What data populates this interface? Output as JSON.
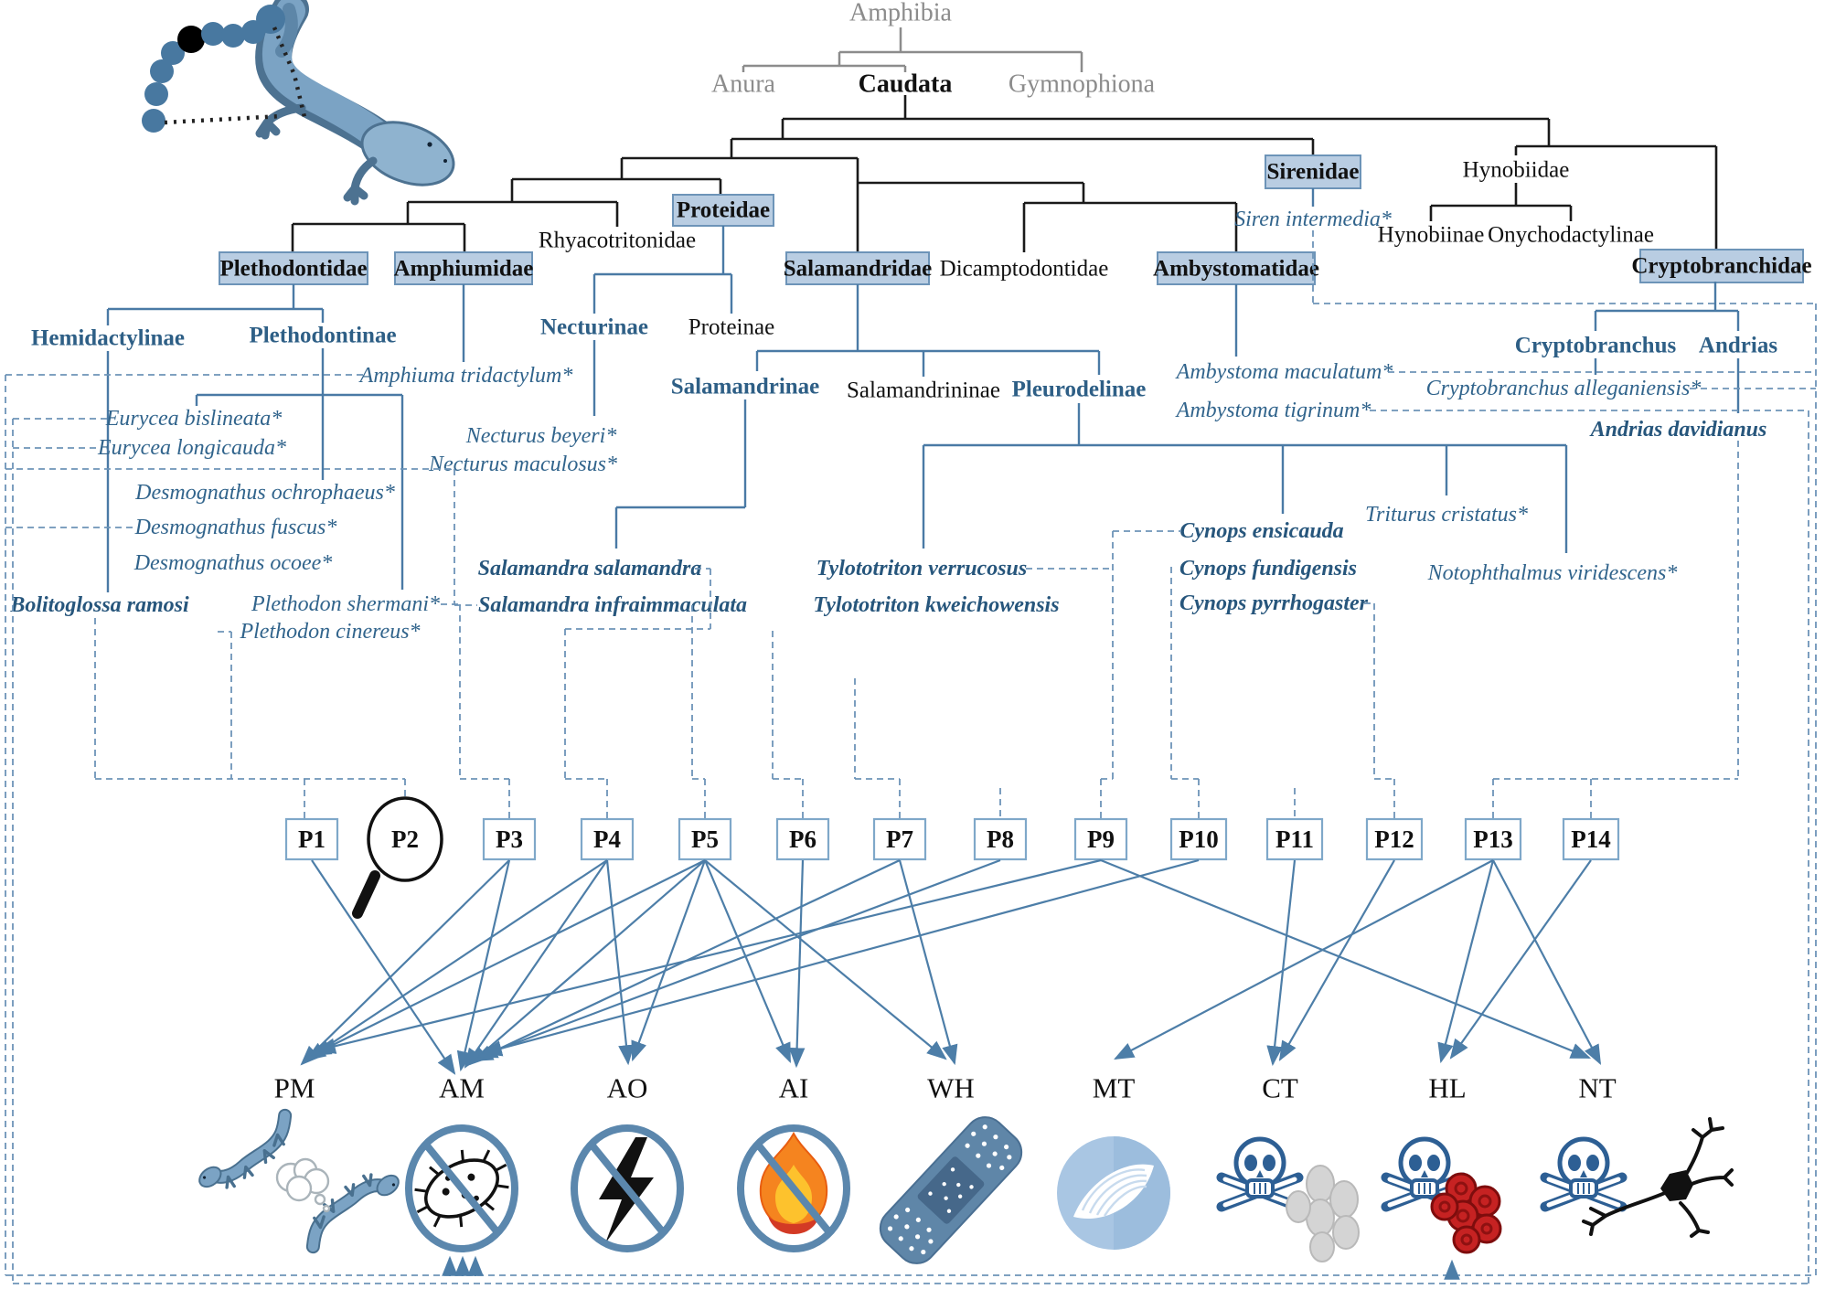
{
  "phylo": {
    "root": "Amphibia",
    "orders": [
      "Anura",
      "Caudata",
      "Gymnophiona"
    ],
    "families": {
      "plethodontidae": "Plethodontidae",
      "amphiumidae": "Amphiumidae",
      "rhyacotritonidae": "Rhyacotritonidae",
      "proteidae": "Proteidae",
      "salamandridae": "Salamandridae",
      "dicamptodontidae": "Dicamptodontidae",
      "ambystomatidae": "Ambystomatidae",
      "sirenidae": "Sirenidae",
      "hynobiidae": "Hynobiidae",
      "cryptobranchidae": "Cryptobranchidae"
    },
    "subfamilies": {
      "hemidactylinae": "Hemidactylinae",
      "plethodontinae": "Plethodontinae",
      "necturinae": "Necturinae",
      "proteinae": "Proteinae",
      "salamandrinae": "Salamandrinae",
      "salamandrininae": "Salamandrininae",
      "pleurodelinae": "Pleurodelinae",
      "hynobiinae": "Hynobiinae",
      "onychodactylinae": "Onychodactylinae",
      "cryptobranchus": "Cryptobranchus",
      "andrias": "Andrias"
    },
    "species": {
      "eurycea_bislineata": "Eurycea bislineata*",
      "eurycea_longicauda": "Eurycea longicauda*",
      "desmognathus_ochrophaeus": "Desmognathus ochrophaeus*",
      "desmognathus_fuscus": "Desmognathus fuscus*",
      "desmognathus_ocoee": "Desmognathus ocoee*",
      "bolitoglossa_ramosi": "Bolitoglossa ramosi",
      "plethodon_shermani": "Plethodon shermani*",
      "plethodon_cinereus": "Plethodon cinereus*",
      "amphiuma_tridactylum": "Amphiuma tridactylum*",
      "necturus_beyeri": "Necturus beyeri*",
      "necturus_maculosus": "Necturus maculosus*",
      "salamandra_salamandra": "Salamandra salamandra",
      "salamandra_infraimmaculata": "Salamandra infraimmaculata",
      "tylototriton_verrucosus": "Tylototriton verrucosus",
      "tylototriton_kweichowensis": "Tylototriton kweichowensis",
      "cynops_ensicauda": "Cynops ensicauda",
      "cynops_fundigensis": "Cynops fundigensis",
      "cynops_pyrrhogaster": "Cynops pyrrhogaster",
      "triturus_cristatus": "Triturus cristatus*",
      "notophthalmus_viridescens": "Notophthalmus viridescens*",
      "ambystoma_maculatum": "Ambystoma maculatum*",
      "ambystoma_tigrinum": "Ambystoma tigrinum*",
      "siren_intermedia": "Siren intermedia*",
      "cryptobranchus_alleganiensis": "Cryptobranchus alleganiensis*",
      "andrias_davidianus": "Andrias davidianus"
    }
  },
  "peptides": {
    "labels": [
      "P1",
      "P2",
      "P3",
      "P4",
      "P5",
      "P6",
      "P7",
      "P8",
      "P9",
      "P10",
      "P11",
      "P12",
      "P13",
      "P14"
    ],
    "magnified": "P2"
  },
  "activities": [
    {
      "code": "PM",
      "icon": "salamander-pair-icon"
    },
    {
      "code": "AM",
      "icon": "no-bacteria-icon"
    },
    {
      "code": "AO",
      "icon": "no-lightning-icon"
    },
    {
      "code": "AI",
      "icon": "no-fire-icon"
    },
    {
      "code": "WH",
      "icon": "bandage-icon"
    },
    {
      "code": "MT",
      "icon": "muscle-icon"
    },
    {
      "code": "CT",
      "icon": "skull-cells-icon"
    },
    {
      "code": "HL",
      "icon": "skull-blood-icon"
    },
    {
      "code": "NT",
      "icon": "skull-neuron-icon"
    }
  ],
  "colors": {
    "tree_black": "#1a1a1a",
    "tree_gray": "#8c8c8c",
    "accent_blue": "#4a7aa5",
    "box_fill": "#b9cde2",
    "box_border": "#6d94b8",
    "species_blue": "#2e5f86",
    "arrow_blue": "#4d7ea8",
    "flame_orange": "#f5841f",
    "flame_yellow": "#fdc22d",
    "blood_red": "#c62222",
    "cell_gray": "#d4d4d4"
  }
}
